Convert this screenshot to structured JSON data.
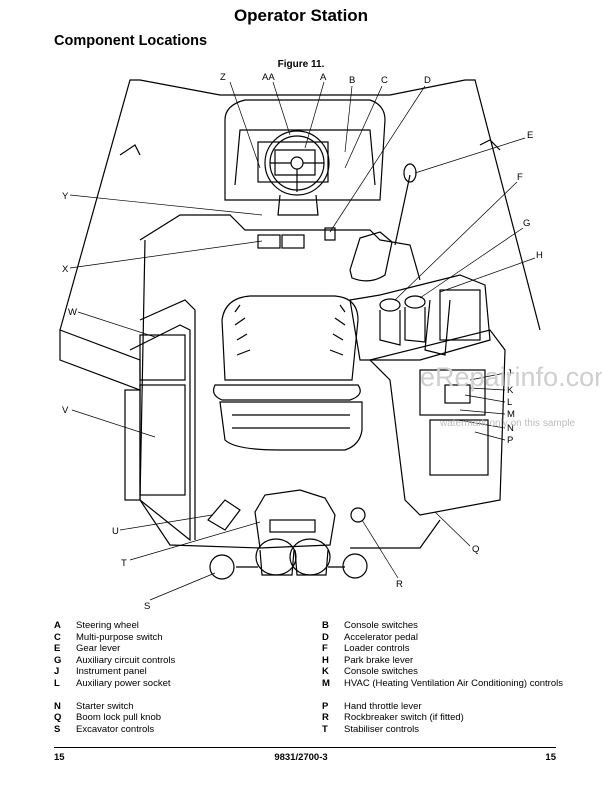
{
  "header": {
    "title": "Operator Station",
    "subtitle": "Component Locations",
    "figure_caption": "Figure 11."
  },
  "figure": {
    "callouts": [
      "Z",
      "AA",
      "A",
      "B",
      "C",
      "D",
      "E",
      "F",
      "G",
      "H",
      "J",
      "K",
      "L",
      "M",
      "N",
      "P",
      "Q",
      "R",
      "S",
      "T",
      "U",
      "V",
      "W",
      "X",
      "Y"
    ]
  },
  "watermark": {
    "text": "eRepairinfo.com",
    "sub": "watermark only on this sample"
  },
  "legend": {
    "left": [
      {
        "key": "A",
        "text": "Steering wheel"
      },
      {
        "key": "C",
        "text": "Multi-purpose switch"
      },
      {
        "key": "E",
        "text": "Gear lever"
      },
      {
        "key": "G",
        "text": "Auxiliary circuit controls"
      },
      {
        "key": "J",
        "text": "Instrument panel"
      },
      {
        "key": "L",
        "text": "Auxiliary power socket"
      },
      {
        "key": "N",
        "text": "Starter switch"
      },
      {
        "key": "Q",
        "text": "Boom lock pull knob"
      },
      {
        "key": "S",
        "text": "Excavator controls"
      }
    ],
    "right": [
      {
        "key": "B",
        "text": "Console switches"
      },
      {
        "key": "D",
        "text": "Accelerator pedal"
      },
      {
        "key": "F",
        "text": "Loader controls"
      },
      {
        "key": "H",
        "text": "Park brake lever"
      },
      {
        "key": "K",
        "text": "Console switches"
      },
      {
        "key": "M",
        "text": "HVAC (Heating Ventilation Air Conditioning) controls"
      },
      {
        "key": "P",
        "text": "Hand throttle lever"
      },
      {
        "key": "R",
        "text": "Rockbreaker switch (if fitted)"
      },
      {
        "key": "T",
        "text": "Stabiliser controls"
      }
    ]
  },
  "footer": {
    "page_left": "15",
    "doc_number": "9831/2700-3",
    "page_right": "15"
  }
}
